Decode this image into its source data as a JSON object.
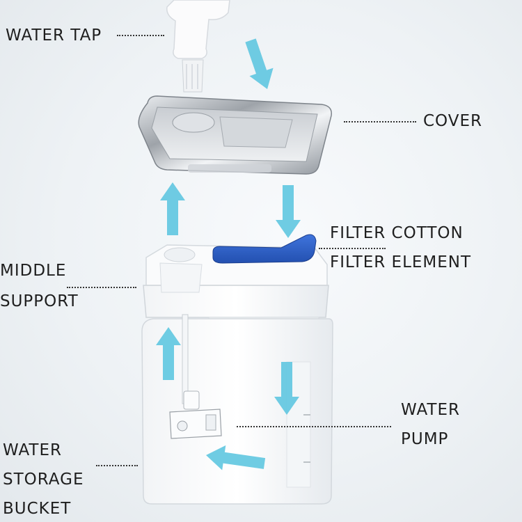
{
  "labels": {
    "water_tap": "WATER TAP",
    "cover": "COVER",
    "filter_cotton": "FILTER COTTON",
    "filter_element": "FILTER  ELEMENT",
    "middle_support_1": "MIDDLE",
    "middle_support_2": "SUPPORT",
    "water_pump_1": "WATER",
    "water_pump_2": "PUMP",
    "bucket_1": "WATER",
    "bucket_2": "STORAGE",
    "bucket_3": "BUCKET"
  },
  "colors": {
    "arrow": "#5fc6e0",
    "filter": "#2f5fc8",
    "steel": "#b8bcc2",
    "plastic": "#ffffff"
  },
  "arrows": [
    {
      "name": "arrow-into-cover",
      "direction": "down"
    },
    {
      "name": "arrow-up-to-cover",
      "direction": "up"
    },
    {
      "name": "arrow-down-to-filter",
      "direction": "down"
    },
    {
      "name": "arrow-up-pipe",
      "direction": "up"
    },
    {
      "name": "arrow-down-right",
      "direction": "down"
    },
    {
      "name": "arrow-left-to-pump",
      "direction": "left"
    }
  ]
}
